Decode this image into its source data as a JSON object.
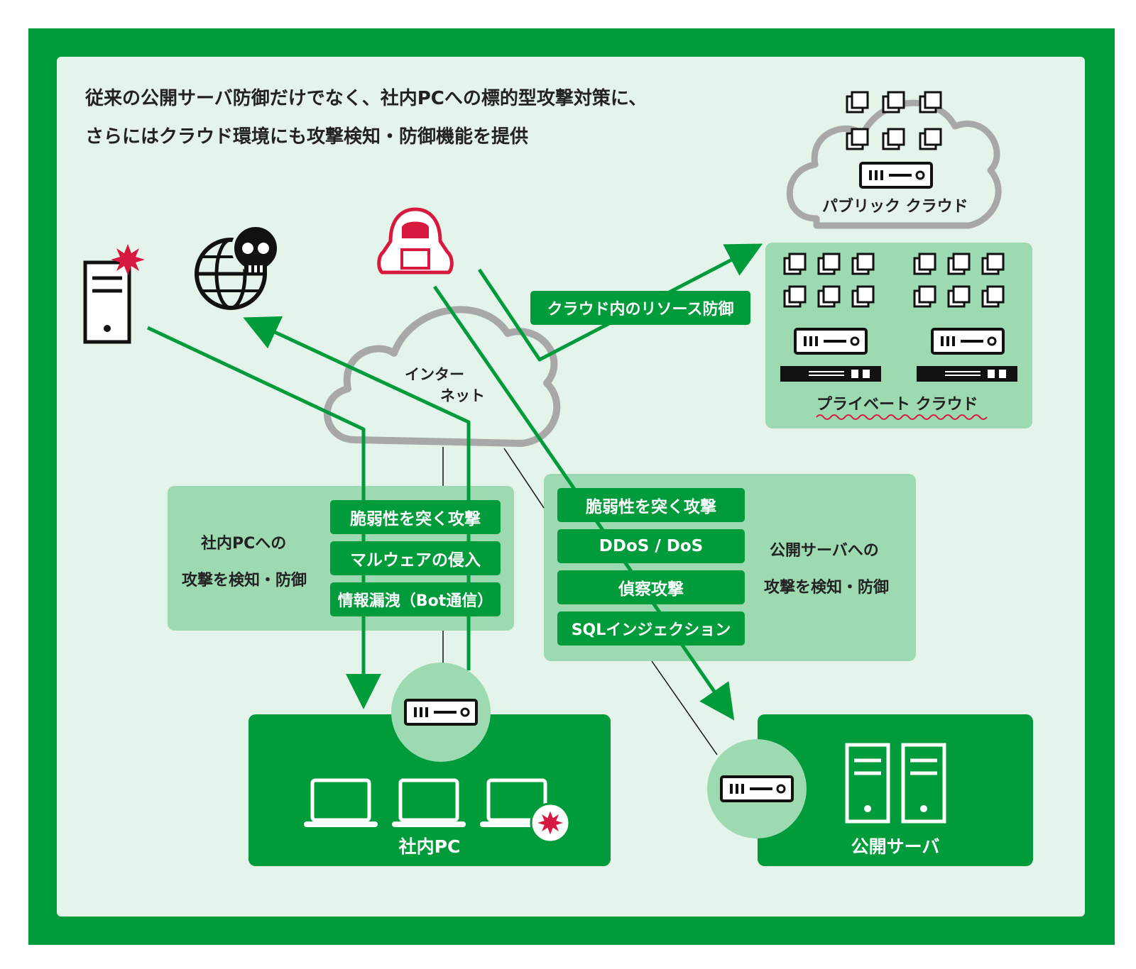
{
  "title": {
    "line1": "従来の公開サーバ防御だけでなく、社内PCへの標的型攻撃対策に、",
    "line2": "さらにはクラウド環境にも攻撃検知・防御機能を提供"
  },
  "public_cloud": {
    "label": "パブリック クラウド"
  },
  "private_cloud": {
    "label": "プライベート クラウド"
  },
  "internet": {
    "label_line1": "インター",
    "label_line2": "ネット"
  },
  "cloud_defense_tag": "クラウド内のリソース防御",
  "internal_pc_section": {
    "heading_line1": "社内PCへの",
    "heading_line2": "攻撃を検知・防御",
    "tags": [
      "脆弱性を突く攻撃",
      "マルウェアの侵入",
      "情報漏洩（Bot通信）"
    ]
  },
  "public_server_section": {
    "heading_line1": "公開サーバへの",
    "heading_line2": "攻撃を検知・防御",
    "tags": [
      "脆弱性を突く攻撃",
      "DDoS / DoS",
      "偵察攻撃",
      "SQLインジェクション"
    ]
  },
  "internal_pc": {
    "label": "社内PC"
  },
  "public_server": {
    "label": "公開サーバ"
  },
  "colors": {
    "accent": "#009b3a",
    "light": "#9dd9b1",
    "background": "#e5f4ea",
    "alert": "#d7193f"
  },
  "icons": [
    "infected-server-icon",
    "malicious-web-icon",
    "hacker-icon",
    "ips-appliance-icon",
    "laptop-icon",
    "server-tower-icon",
    "vm-icon"
  ]
}
